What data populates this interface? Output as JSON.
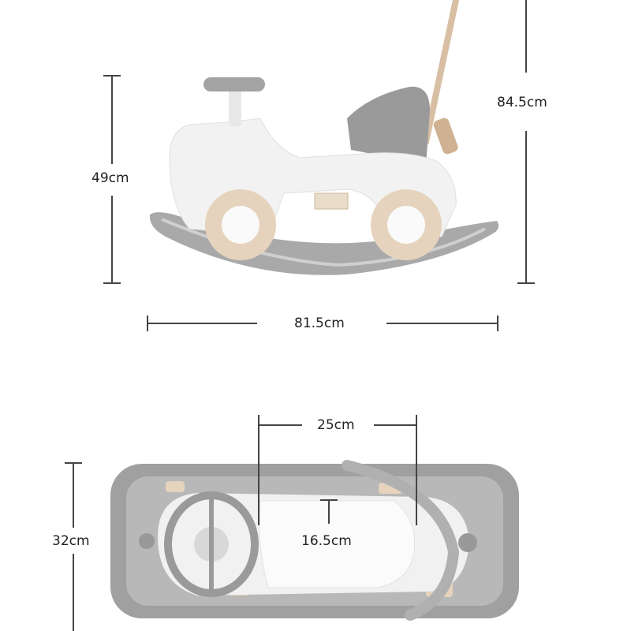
{
  "diagram": {
    "type": "product-dimension-diagram",
    "side_view": {
      "height_seat": {
        "label": "49cm"
      },
      "height_total": {
        "label": "84.5cm"
      },
      "length": {
        "label": "81.5cm"
      }
    },
    "top_view": {
      "seat_span": {
        "label": "25cm"
      },
      "seat_width": {
        "label": "16.5cm"
      },
      "width": {
        "label": "32cm"
      }
    },
    "colors": {
      "body": "#f4f4f4",
      "rocker": "#a9a9a9",
      "wheel": "#e6d3bd",
      "handle": "#d8bfa3",
      "seat": "#9a9a9a",
      "dimension_line": "#444444"
    }
  }
}
